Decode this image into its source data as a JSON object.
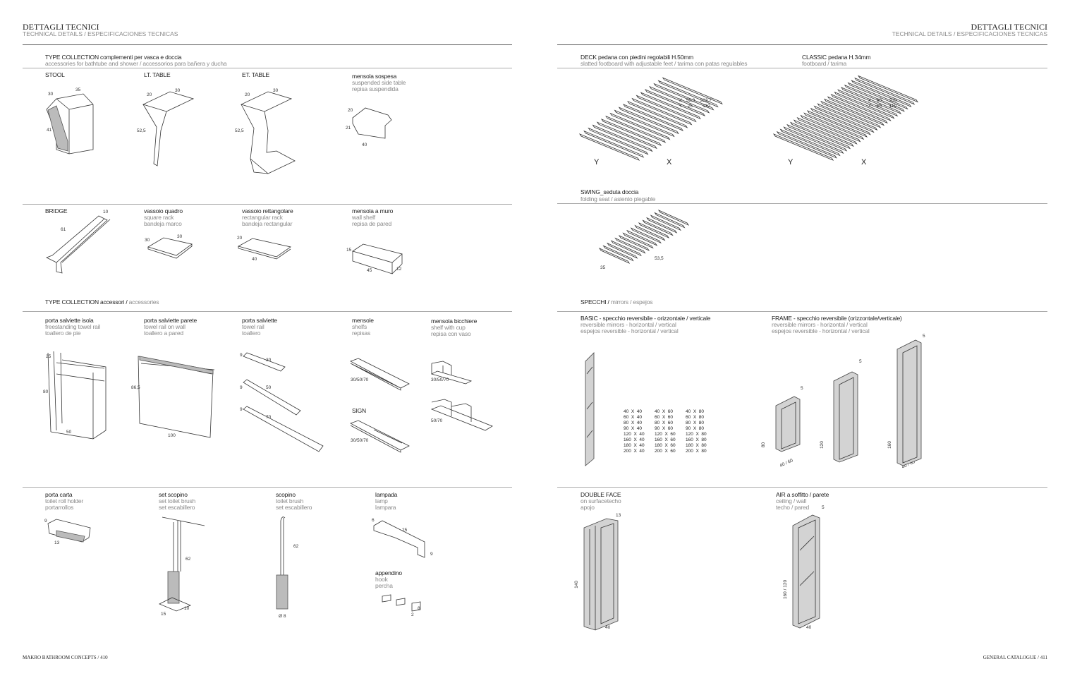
{
  "left_page": {
    "header": {
      "title": "DETTAGLI TECNICI",
      "subtitle": "TECHNICAL DETAILS / ESPECIFICACIONES TECNICAS"
    },
    "section1": {
      "title": "TYPE COLLECTION complementi per vasca e doccia",
      "subtitle": "accessories for bathtube and shower / accessorios para bañera y ducha",
      "items": [
        {
          "name": "STOOL",
          "dims": [
            "30",
            "35",
            "41"
          ]
        },
        {
          "name": "LT. TABLE",
          "dims": [
            "20",
            "30",
            "52,5"
          ]
        },
        {
          "name": "ET. TABLE",
          "dims": [
            "20",
            "30",
            "52,5"
          ]
        },
        {
          "name": "mensola sospesa",
          "en": "suspended side table",
          "es": "repisa suspendida",
          "dims": [
            "20",
            "21",
            "40"
          ]
        },
        {
          "name": "BRIDGE",
          "dims": [
            "10",
            "61"
          ]
        },
        {
          "name": "vassoio quadro",
          "en": "square rack",
          "es": "bandeja marco",
          "dims": [
            "30",
            "30"
          ]
        },
        {
          "name": "vassoio rettangolare",
          "en": "rectangular rack",
          "es": "bandeja rectangular",
          "dims": [
            "20",
            "40"
          ]
        },
        {
          "name": "mensola a muro",
          "en": "wall shelf",
          "es": "repisa de pared",
          "dims": [
            "15",
            "45",
            "12"
          ]
        }
      ]
    },
    "section2": {
      "title": "TYPE COLLECTION accessori",
      "title_sep": " / ",
      "subtitle": "accessories",
      "items": [
        {
          "name": "porta salviette isola",
          "en": "freestanding towel rail",
          "es": "toallero de pie",
          "dims": [
            "25",
            "80",
            "50"
          ]
        },
        {
          "name": "porta salviette parete",
          "en": "towel rail on wall",
          "es": "toallero a pared",
          "dims": [
            "86,5",
            "100"
          ]
        },
        {
          "name": "porta salviette",
          "en": "towel rail",
          "es": "toallero",
          "dims": [
            "9",
            "30",
            "9",
            "50",
            "9",
            "70"
          ]
        },
        {
          "name": "mensole",
          "en": "shelfs",
          "es": "repisas",
          "dims": [
            "30/50/70"
          ]
        },
        {
          "name": "SIGN",
          "dims": [
            "30/50/70"
          ]
        },
        {
          "name": "mensola bicchiere",
          "en": "shelf with cup",
          "es": "repisa con vaso",
          "dims": [
            "30/50/70",
            "50/70"
          ]
        },
        {
          "name": "porta carta",
          "en": "toilet roll holder",
          "es": "portarrollos",
          "dims": [
            "9",
            "13"
          ]
        },
        {
          "name": "set scopino",
          "en": "set toilet brush",
          "es": "set escabillero",
          "dims": [
            "62",
            "15",
            "10"
          ]
        },
        {
          "name": "scopino",
          "en": "toilet brush",
          "es": "set escabillero",
          "dims": [
            "62",
            "Ø 8"
          ]
        },
        {
          "name": "lampada",
          "en": "lamp",
          "es": "lampara",
          "dims": [
            "6",
            "25",
            "9"
          ]
        },
        {
          "name": "appendino",
          "en": "hook",
          "es": "percha",
          "dims": [
            "8",
            "2"
          ]
        }
      ]
    },
    "footer": "MAKRO BATHROOM CONCEPTS / 410"
  },
  "right_page": {
    "header": {
      "title": "DETTAGLI TECNICI",
      "subtitle": "TECHNICAL DETAILS / ESPECIFICACIONES TECNICAS"
    },
    "deck": {
      "name": "DECK pedana con piedini regolabili H.50mm",
      "sub": "slatted footboard with adjustable feet  / tarima con patas regulables",
      "x_row": [
        "X",
        "58,9",
        "213,7"
      ],
      "y_row": [
        "Y",
        "25",
        "110"
      ],
      "axis_y": "Y",
      "axis_x": "X"
    },
    "classic": {
      "name": "CLASSIC pedana H.34mm",
      "sub": "footboard / tarima",
      "x_row": [
        "X",
        "60",
        "210"
      ],
      "y_row": [
        "Y",
        "60",
        "110"
      ],
      "axis_y": "Y",
      "axis_x": "X"
    },
    "swing": {
      "name": "SWING_seduta doccia",
      "sub": "folding seat / asiento plegable",
      "dims": [
        "35",
        "53,5"
      ]
    },
    "mirrors": {
      "title": "SPECCHI",
      "title_sep": " / ",
      "subtitle": "mirrors / espejos",
      "basic": {
        "name": "BASIC - specchio reversibile  - orizzontale / verticale",
        "en": "reversible mirrors - horizontal / vertical",
        "es": "espejos reversible - horizontal / vertical",
        "sizes": [
          "40  X  40",
          "40  X  60",
          "40  X  80",
          "60  X  40",
          "60  X  60",
          "60  X  80",
          "80  X  40",
          "80  X  60",
          "80  X  80",
          "90  X  40",
          "90  X  60",
          "90  X  80",
          "120  X  40",
          "120  X  60",
          "120  X  80",
          "160  X  40",
          "160  X  60",
          "160  X  80",
          "180  X  40",
          "180  X  60",
          "180  X  80",
          "200  X  40",
          "200  X  60",
          "200  X  80"
        ]
      },
      "frame": {
        "name": "FRAME - specchio reversibile (orizzontale/verticale)",
        "en": "reversible mirrors - horizontal / vertical",
        "es": "espejos reversible - horizontal / vertical",
        "dims": [
          "5",
          "80",
          "40 / 60",
          "5",
          "120",
          "5",
          "160",
          "40 / 60"
        ]
      },
      "double_face": {
        "name": "DOUBLE FACE",
        "en": "on surfacetecho",
        "es": "apojo",
        "dims": [
          "13",
          "140",
          "40"
        ]
      },
      "air": {
        "name": "AIR a soffitto / parete",
        "en": "ceiling / wall",
        "es": "techo / pared",
        "dims": [
          "5",
          "160 / 120",
          "40"
        ]
      }
    },
    "footer": "GENERAL CATALOGUE / 411"
  }
}
